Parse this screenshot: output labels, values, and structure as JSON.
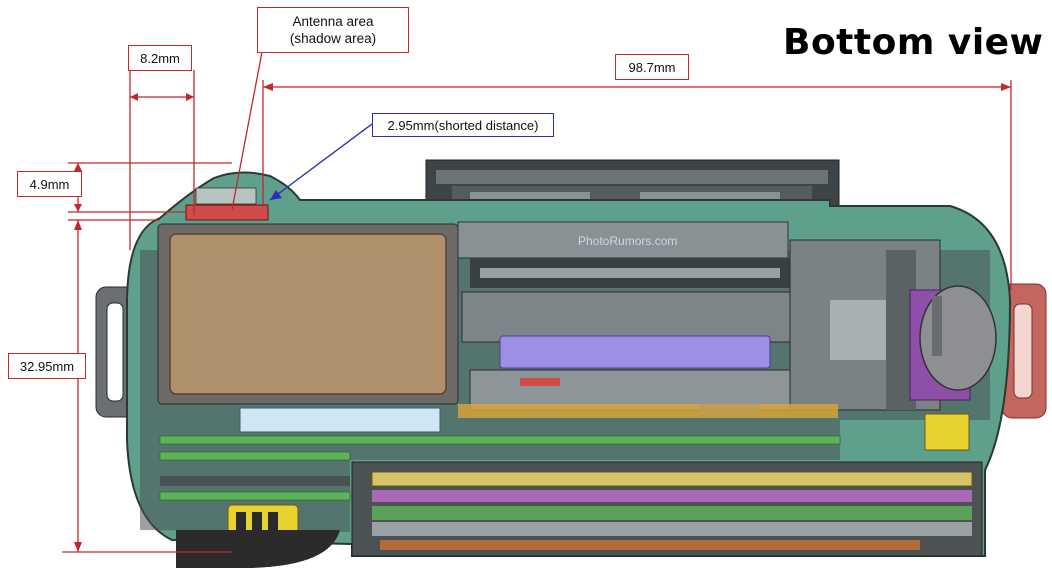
{
  "title": "Bottom view",
  "watermark": "PhotoRumors.com",
  "labels": {
    "antenna_line1": "Antenna area",
    "antenna_line2": "(shadow area)",
    "dim_8_2": "8.2mm",
    "dim_98_7": "98.7mm",
    "dim_2_95": "2.95mm(shorted distance)",
    "dim_4_9": "4.9mm",
    "dim_32_95": "32.95mm"
  },
  "colors": {
    "dimension_red": "#c0282d",
    "callout_blue": "#2b2fb0",
    "body_teal": "#5fa08c",
    "battery_tan": "#b0916e",
    "sensor_lavender": "#9c8fe6",
    "pcb_green": "#5fb35a",
    "strap_lug_red": "#c46660",
    "strap_lug_gray": "#6b6e72",
    "speaker_gray": "#8d8f93",
    "purple_part": "#8e4fa8",
    "yellow_part": "#e8d22f"
  }
}
